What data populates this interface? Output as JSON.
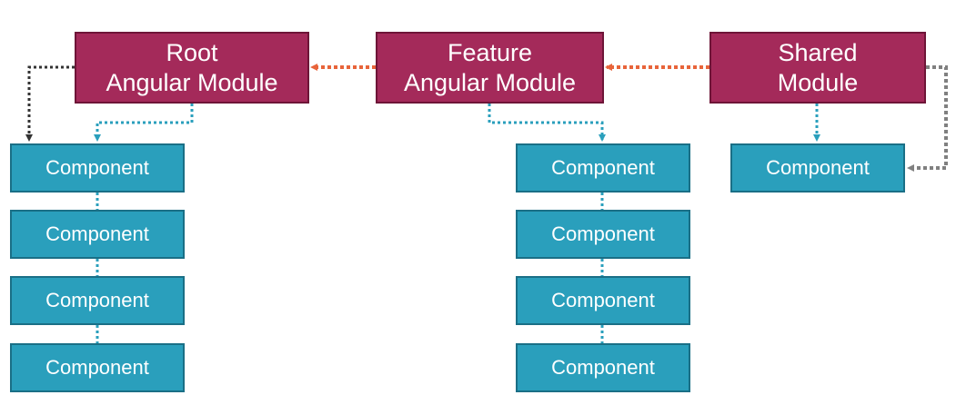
{
  "modules": {
    "root": {
      "line1": "Root",
      "line2": "Angular Module"
    },
    "feature": {
      "line1": "Feature",
      "line2": "Angular Module"
    },
    "shared": {
      "line1": "Shared",
      "line2": "Module"
    }
  },
  "root_components": [
    "Component",
    "Component",
    "Component",
    "Component"
  ],
  "feature_components": [
    "Component",
    "Component",
    "Component",
    "Component"
  ],
  "shared_components": [
    "Component"
  ],
  "colors": {
    "module_fill": "#a42a5a",
    "component_fill": "#2a9fbc",
    "import_arrow": "#e8643a",
    "declare_connector": "#2a9fbc",
    "root_connector": "#333333",
    "shared_connector": "#808080"
  }
}
